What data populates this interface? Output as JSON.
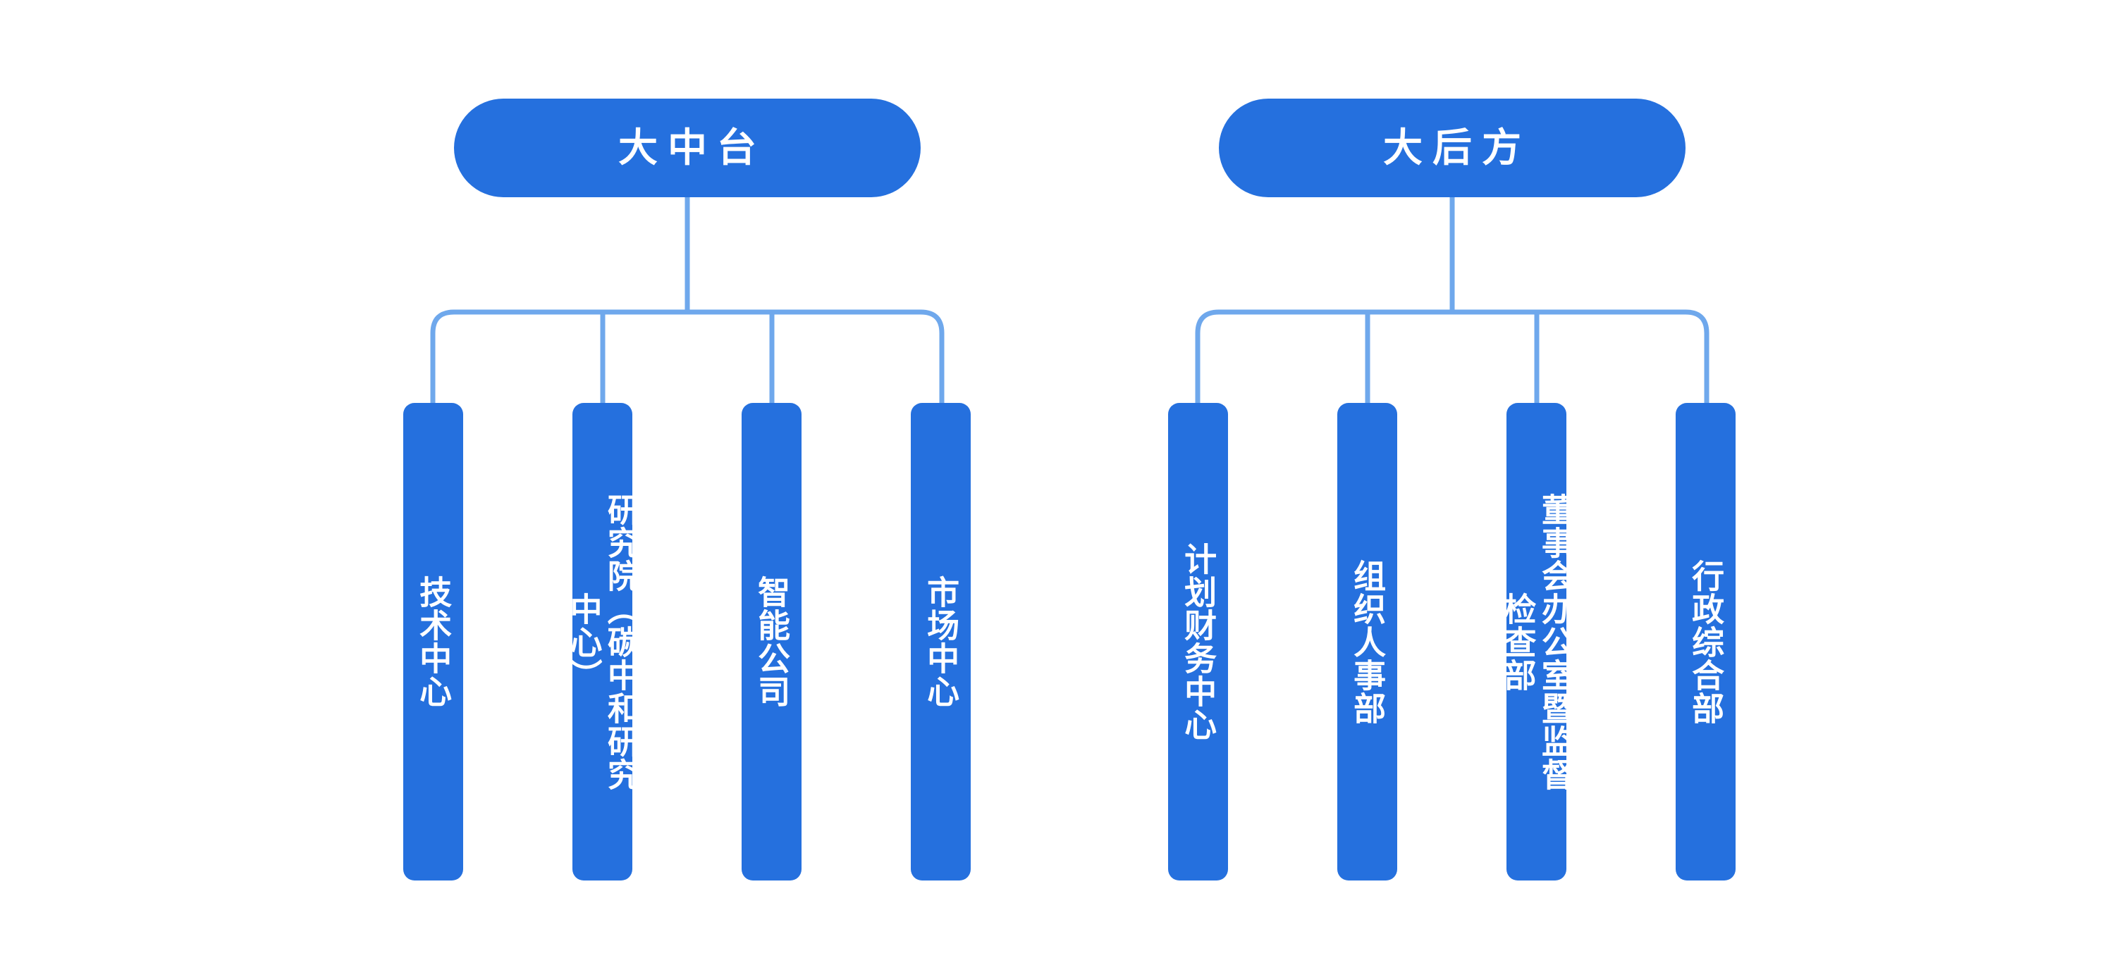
{
  "diagram": {
    "title_note": "organization-structure-chart",
    "colors": {
      "node_fill": "#2570de",
      "connector": "#6fa8ec",
      "node_text": "#ffffff",
      "background": "#ffffff"
    }
  },
  "groups": [
    {
      "id": "mid-platform",
      "header": "大中台",
      "children": [
        {
          "id": "tech-center",
          "label": "技术中心"
        },
        {
          "id": "research-academy",
          "label": "研究院（碳中和研究中心）"
        },
        {
          "id": "intelligent-co",
          "label": "智能公司"
        },
        {
          "id": "market-center",
          "label": "市场中心"
        }
      ]
    },
    {
      "id": "rear-support",
      "header": "大后方",
      "children": [
        {
          "id": "plan-finance-center",
          "label": "计划财务中心"
        },
        {
          "id": "org-personnel-dept",
          "label": "组织人事部"
        },
        {
          "id": "board-office-dept",
          "label": "董事会办公室暨监督检查部"
        },
        {
          "id": "admin-general-dept",
          "label": "行政综合部"
        }
      ]
    }
  ]
}
